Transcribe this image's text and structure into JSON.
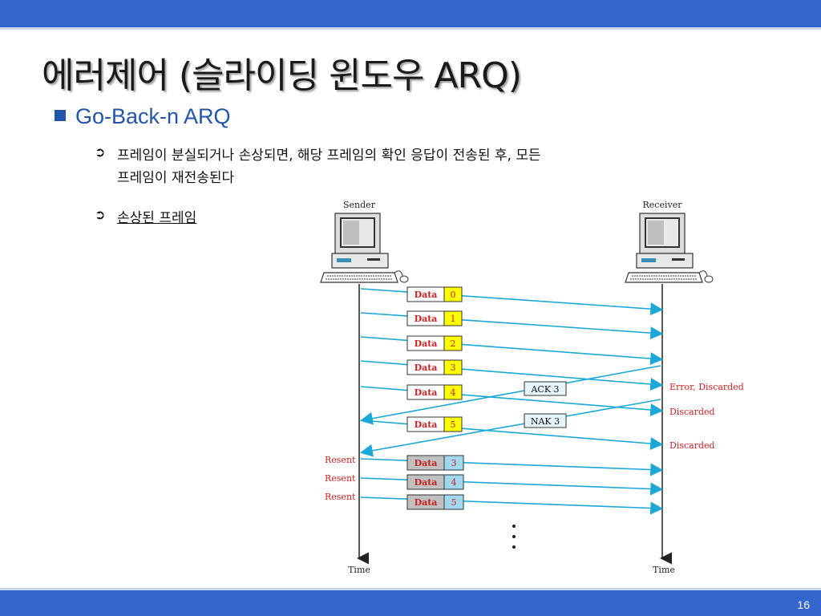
{
  "slide": {
    "title": "에러제어 (슬라이딩 윈도우 ARQ)",
    "bullet": "Go-Back-n ARQ",
    "sub1_line1": "프레임이 분실되거나 손상되면, 해당 프레임의 확인 응답이 전송된 후, 모든",
    "sub1_line2": "프레임이 재전송된다",
    "sub2": "손상된 프레임",
    "page_number": "16"
  },
  "diagram": {
    "sender_label": "Sender",
    "receiver_label": "Receiver",
    "time_left": "Time",
    "time_right": "Time",
    "data_word": "Data",
    "frames": [
      "0",
      "1",
      "2",
      "3",
      "4",
      "5"
    ],
    "resent_frames": [
      "3",
      "4",
      "5"
    ],
    "resent_label": "Resent",
    "ack_label": "ACK 3",
    "nak_label": "NAK 3",
    "error_label": "Error, Discarded",
    "discarded_label": "Discarded",
    "colors": {
      "arrow": "#1aa8d8",
      "frame_num": "#ffff00",
      "resent_num": "#a0d8f0",
      "resent_data": "#c0c0c0",
      "annotation": "#cc2222",
      "bar": "#3366cc"
    }
  }
}
